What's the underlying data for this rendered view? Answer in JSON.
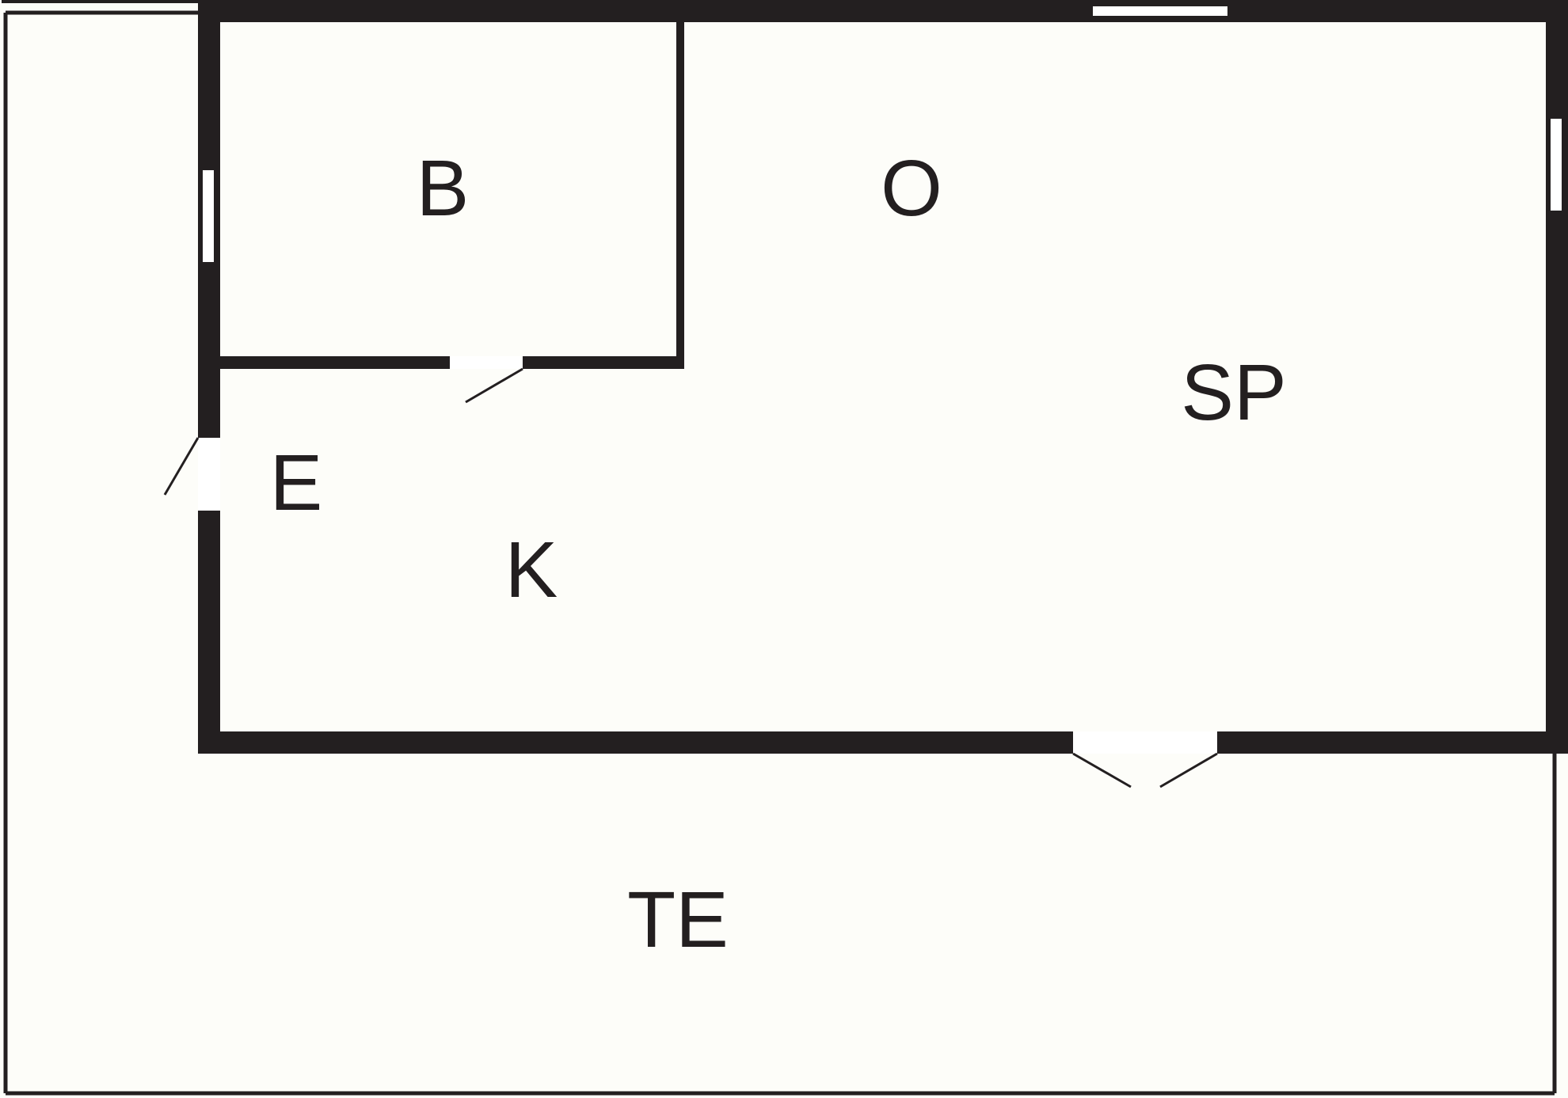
{
  "colors": {
    "background": "#fdfdf9",
    "wall": "#231f20",
    "opening": "#ffffff"
  },
  "rooms": [
    {
      "id": "b",
      "label": "B"
    },
    {
      "id": "o",
      "label": "O"
    },
    {
      "id": "sp",
      "label": "SP"
    },
    {
      "id": "e",
      "label": "E"
    },
    {
      "id": "k",
      "label": "K"
    },
    {
      "id": "te",
      "label": "TE"
    }
  ]
}
